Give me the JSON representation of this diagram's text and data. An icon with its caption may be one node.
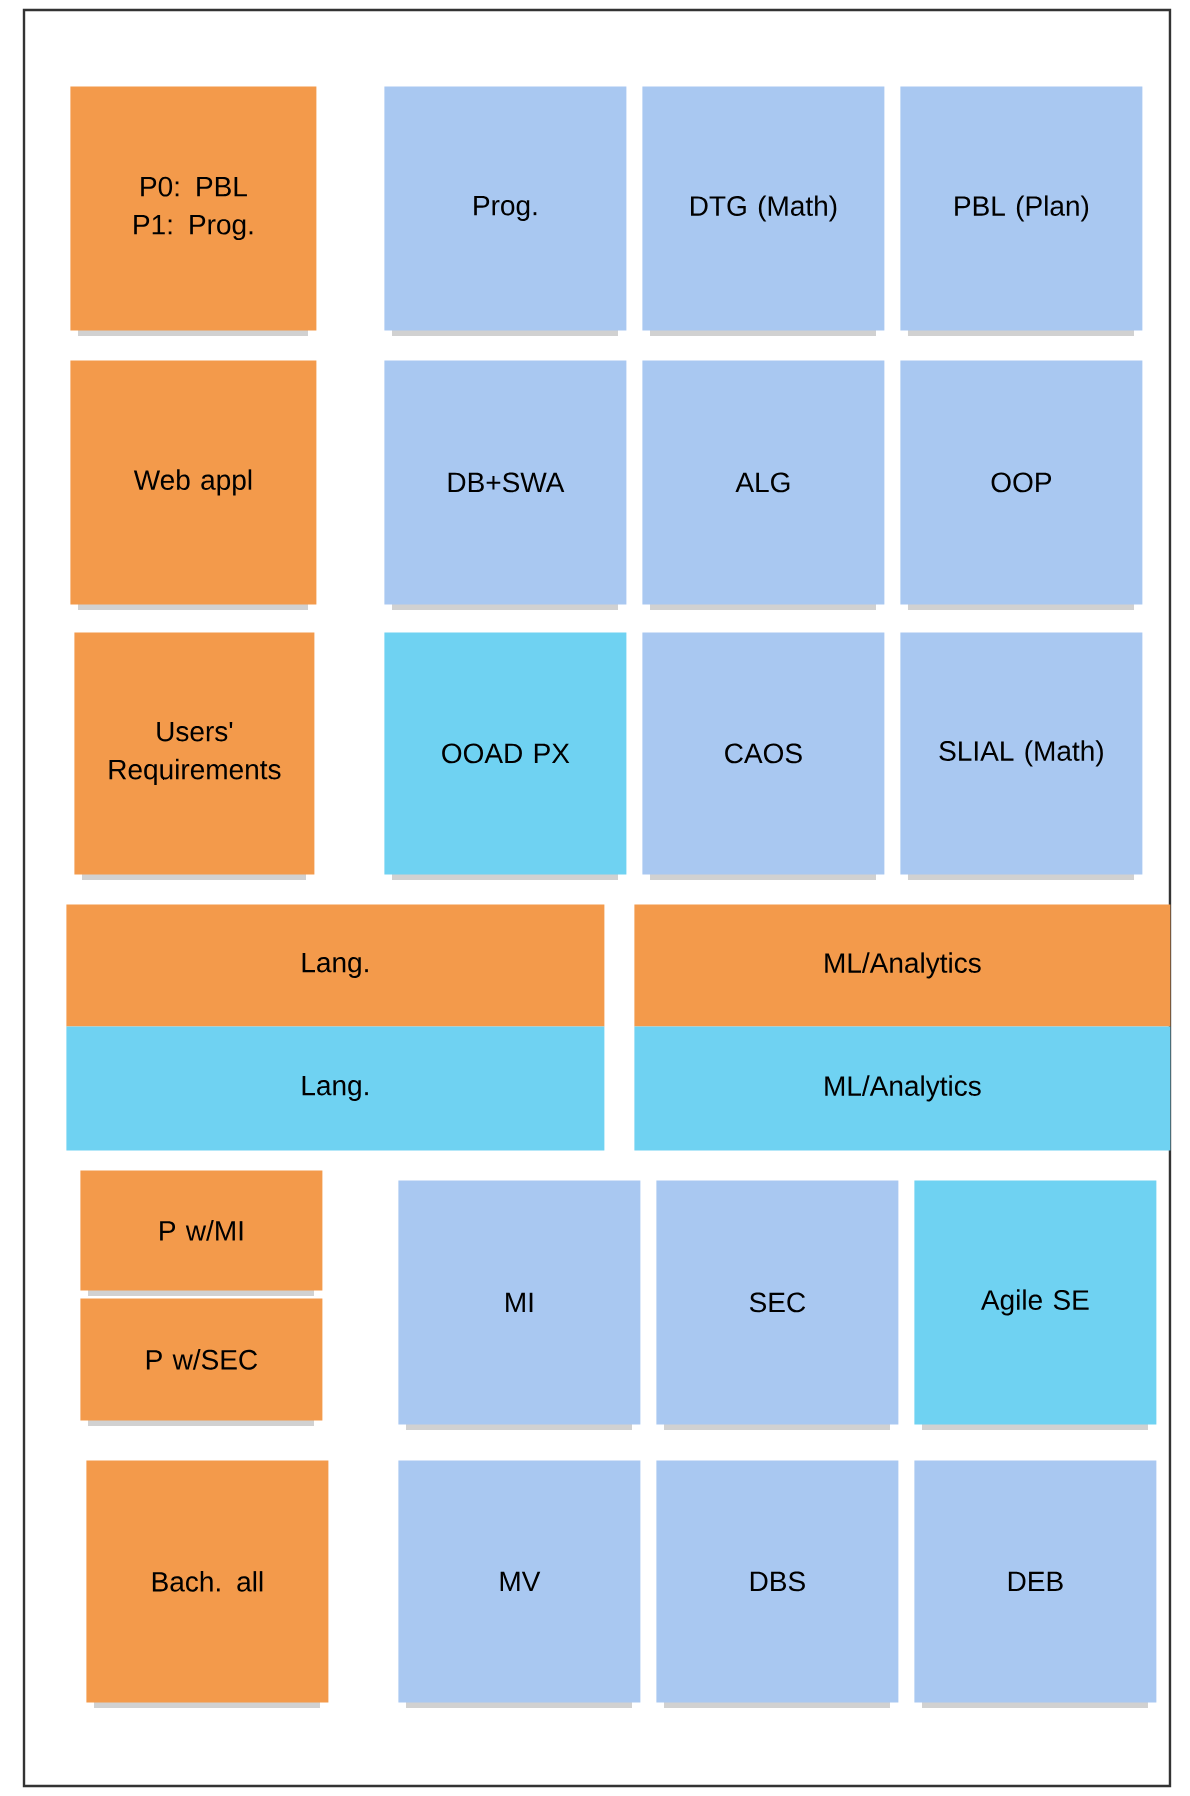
{
  "diagram": {
    "nodes": [
      {
        "text": [
          "P0: PBL",
          "P1: Prog."
        ]
      },
      {
        "text": [
          "Prog."
        ]
      },
      {
        "text": [
          "DTG (Math)"
        ]
      },
      {
        "text": [
          "PBL (Plan)"
        ]
      },
      {
        "text": [
          "Web appl"
        ]
      },
      {
        "text": [
          "DB+SWA"
        ]
      },
      {
        "text": [
          "ALG"
        ]
      },
      {
        "text": [
          "OOP"
        ]
      },
      {
        "text": [
          "Users' Requirements"
        ]
      },
      {
        "text": [
          "OOAD PX"
        ]
      },
      {
        "text": [
          "CAOS"
        ]
      },
      {
        "text": [
          "SLIAL (Math)"
        ]
      },
      {
        "text": [
          "Lang."
        ]
      },
      {
        "text": [
          "ML/Analytics"
        ]
      },
      {
        "text": [
          "Lang."
        ]
      },
      {
        "text": [
          "ML/Analytics"
        ]
      },
      {
        "text": [
          "P w/MI"
        ]
      },
      {
        "text": [
          "P w/SEC"
        ]
      },
      {
        "text": [
          "MI"
        ]
      },
      {
        "text": [
          "SEC"
        ]
      },
      {
        "text": [
          "Agile SE"
        ]
      },
      {
        "text": [
          "Bach. all"
        ]
      },
      {
        "text": [
          "MV"
        ]
      },
      {
        "text": [
          "DBS"
        ]
      },
      {
        "text": [
          "DEB"
        ]
      }
    ]
  }
}
